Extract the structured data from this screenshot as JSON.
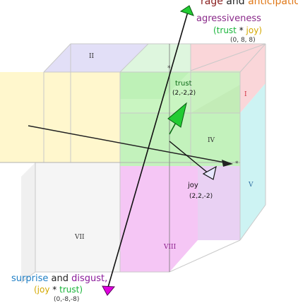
{
  "top": {
    "line1_a": "rage",
    "line1_and": "and",
    "line1_b": "anticipation",
    "line2": "agressiveness",
    "line3_a": "(trust",
    "line3_op": "*",
    "line3_b": "joy)",
    "coords": "(0, 8, 8)"
  },
  "bottom": {
    "line1_a": "surprise",
    "line1_and": "and",
    "line1_b": "disgust,",
    "line2_a": "(joy",
    "line2_op": "*",
    "line2_b": "trust)",
    "coords": "(0,-8,-8)"
  },
  "vectors": {
    "trust_label": "trust",
    "trust_coords": "(2,-2,2)",
    "joy_label": "joy",
    "joy_coords": "(2,2,-2)"
  },
  "octants": {
    "I": "I",
    "II": "II",
    "IV": "IV",
    "V": "V",
    "VII": "VII",
    "VIII": "VIII"
  },
  "colors": {
    "rage": "#9a1a1a",
    "anticipation": "#e07818",
    "trust": "#19b53a",
    "joy": "#d4b800",
    "surprise": "#1f8fd6",
    "disgust": "#8a1a9a",
    "arrow_green": "#22cc33",
    "arrow_magenta": "#e000e0"
  }
}
